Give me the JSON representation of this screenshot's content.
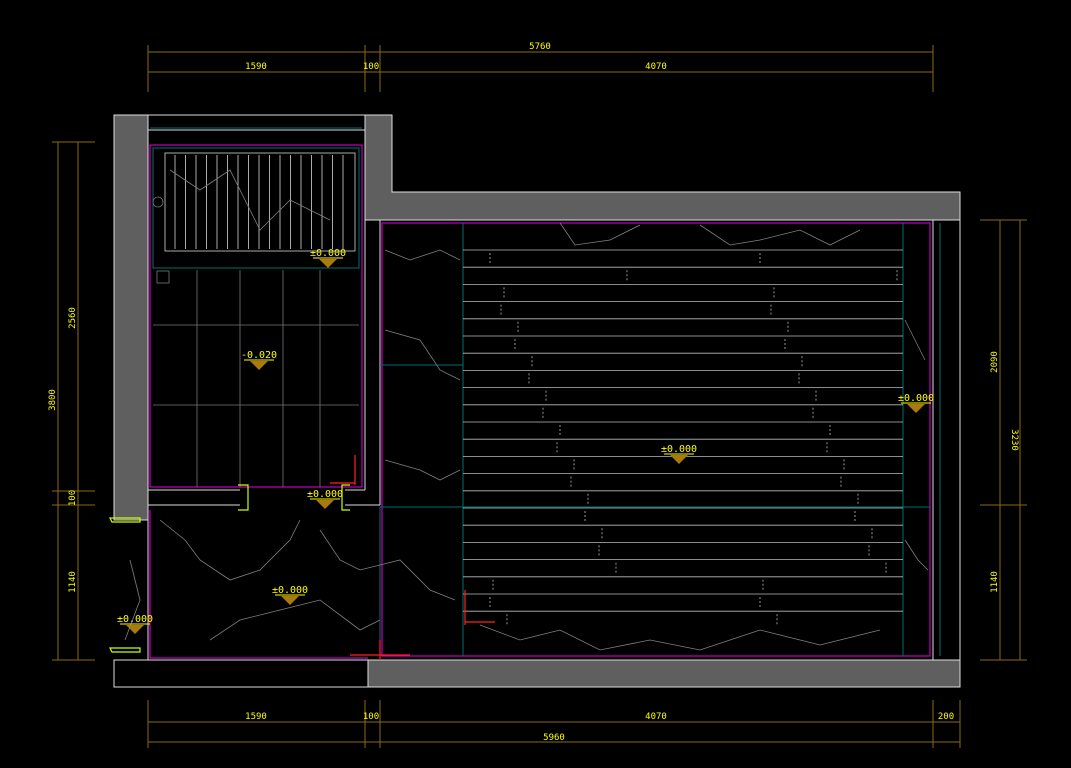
{
  "colors": {
    "wall": "#5f5f5f",
    "dim_line": "#8a6a10",
    "dim_text": "#ffff00",
    "magenta": "#c000c0",
    "teal": "#007070",
    "marble": "#808080",
    "level_marker": "#a87a10"
  },
  "dimensions": {
    "top": {
      "overall": "5760",
      "segments": [
        "1590",
        "100",
        "4070"
      ]
    },
    "bottom": {
      "overall": "5960",
      "segments": [
        "1590",
        "100",
        "4070",
        "200"
      ]
    },
    "left": {
      "overall": "3800",
      "segments": [
        "2560",
        "100",
        "1140"
      ]
    },
    "right": {
      "overall": "3230",
      "segments": [
        "2090",
        "1140"
      ]
    }
  },
  "levels": {
    "stair_top": "±0.000",
    "bathroom": "-0.020",
    "doorway": "±0.000",
    "main_room": "±0.000",
    "right_edge": "±0.000",
    "lower_hall": "±0.000",
    "left_entry": "±0.000"
  }
}
